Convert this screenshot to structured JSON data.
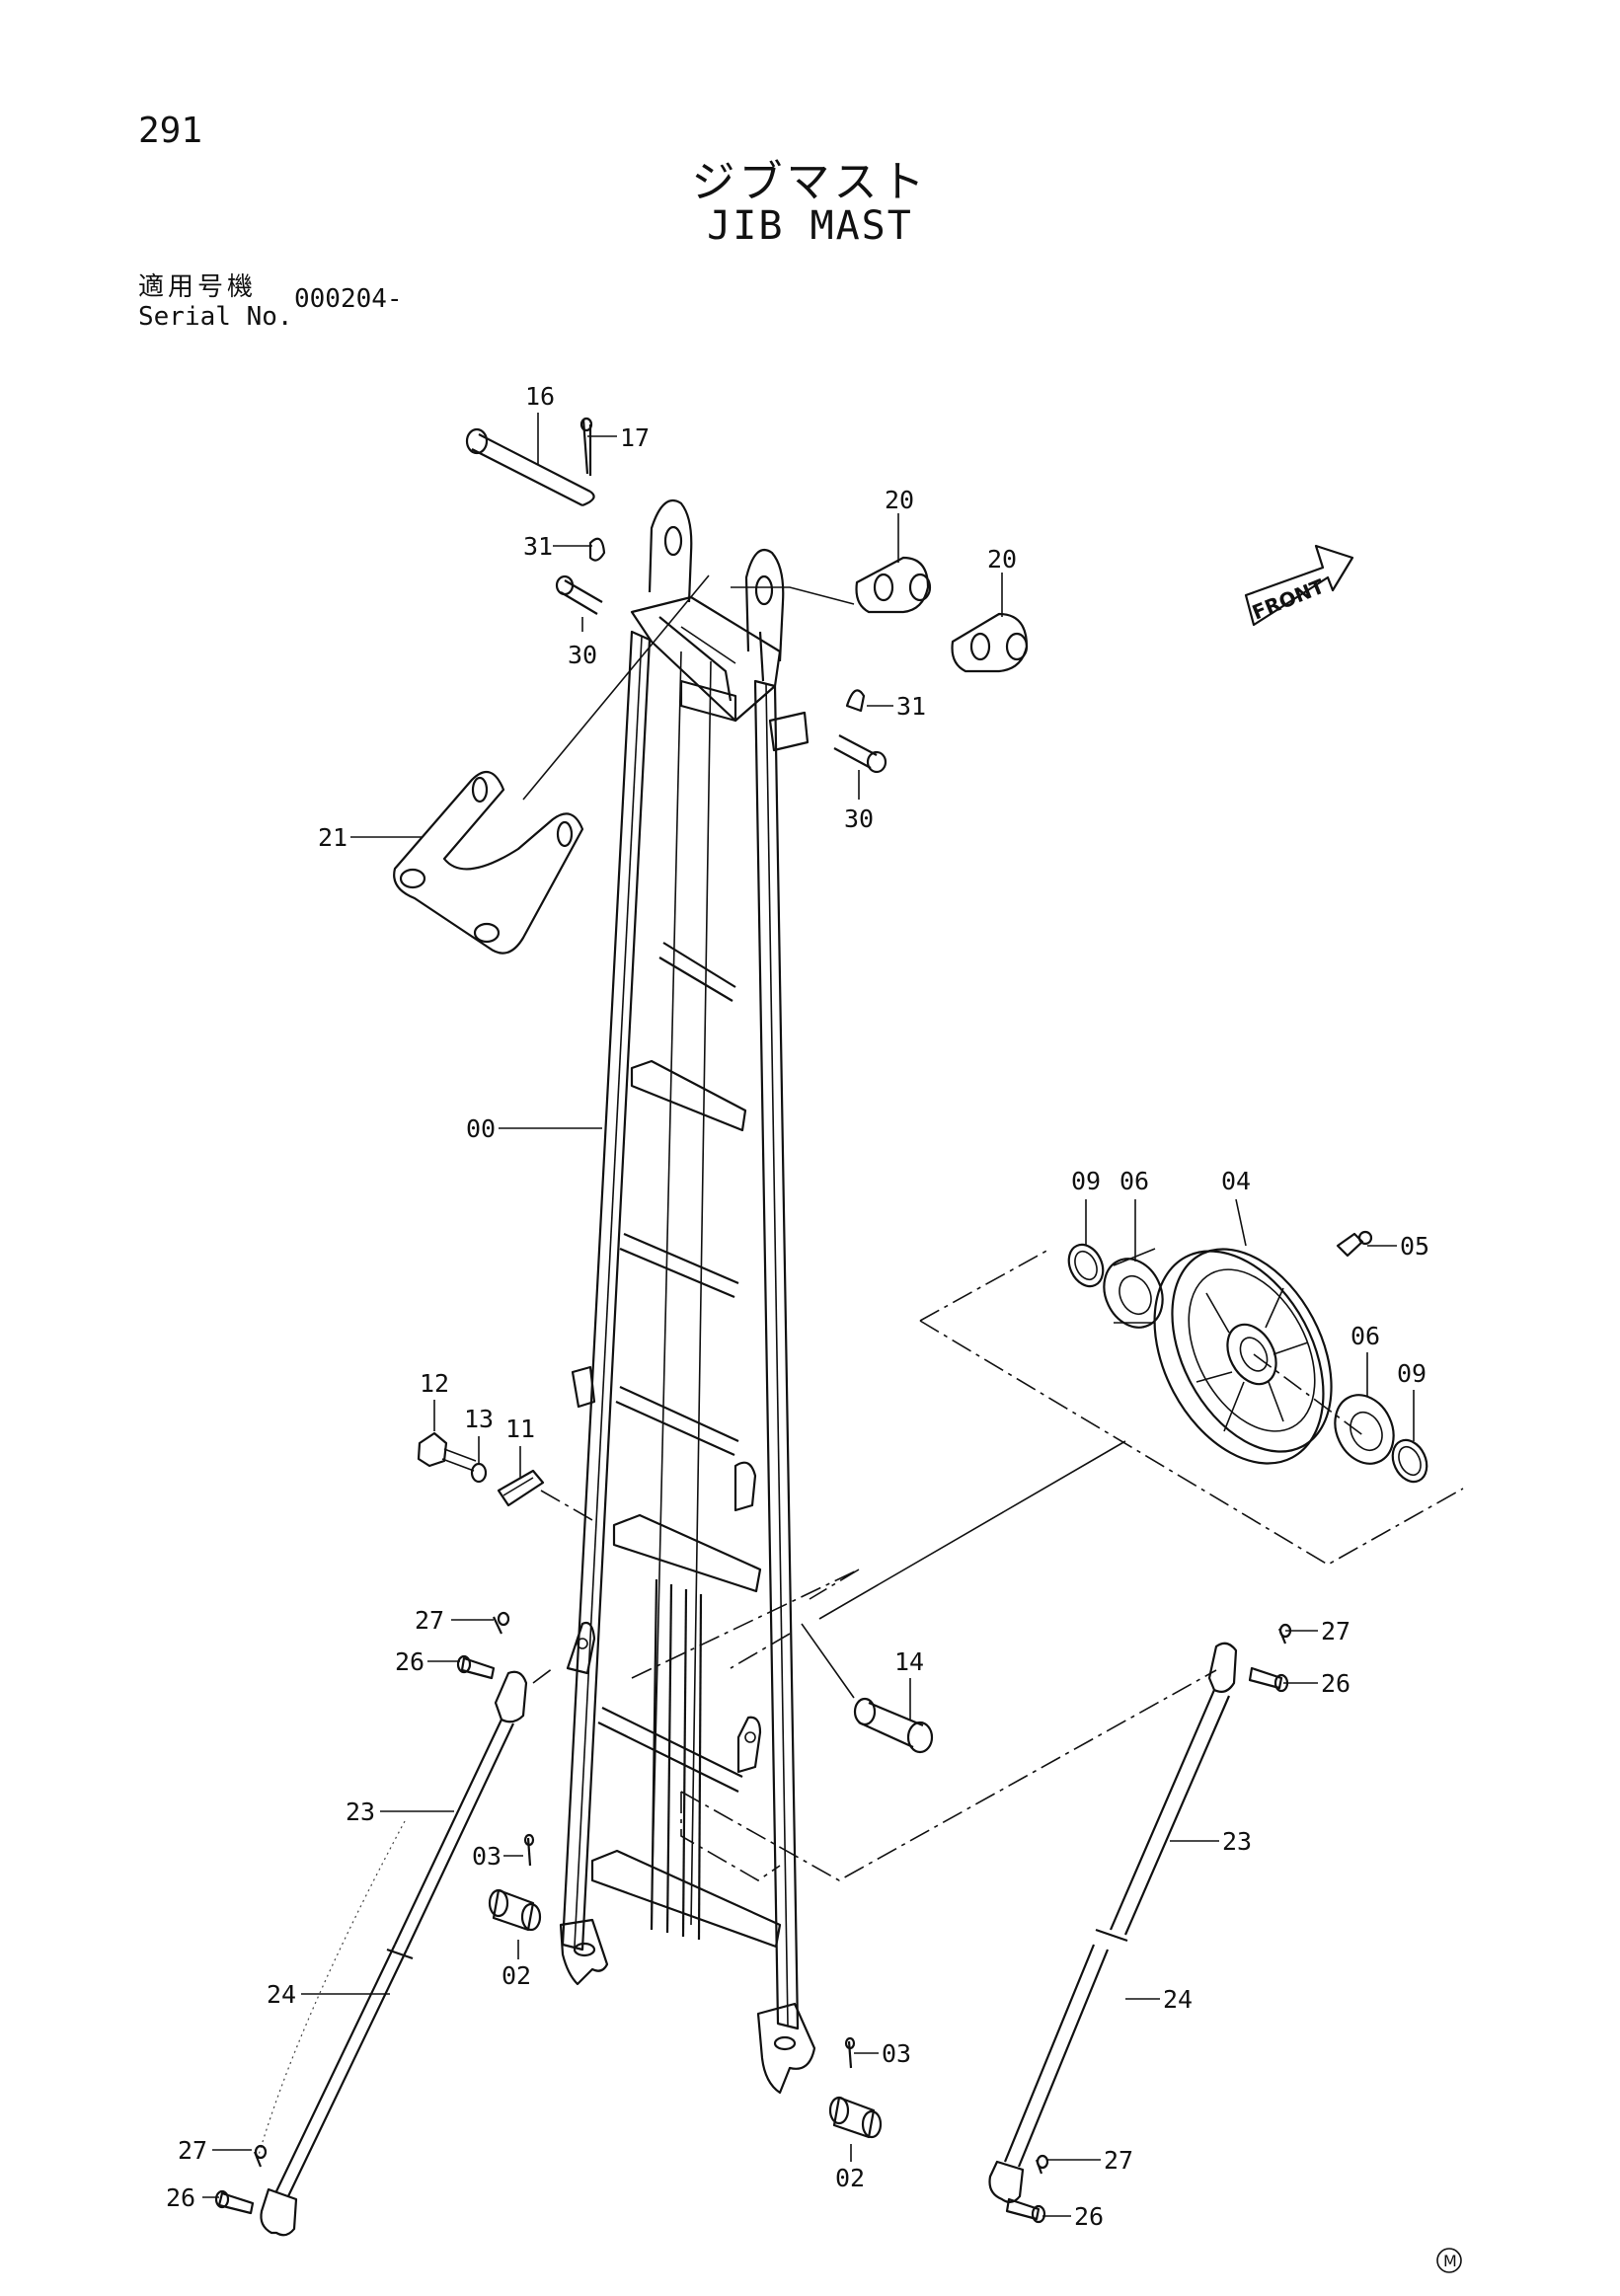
{
  "header": {
    "page_number": "291",
    "title_ja": "ジブマスト",
    "title_en": "JIB MAST",
    "serial_label_ja": "適用号機",
    "serial_label_en": "Serial No.",
    "serial_value": "000204-"
  },
  "front_label": "FRONT",
  "maker_mark": "M",
  "callouts": {
    "c16": "16",
    "c17": "17",
    "c20a": "20",
    "c20b": "20",
    "c31a": "31",
    "c30a": "30",
    "c31b": "31",
    "c30b": "30",
    "c21": "21",
    "c00": "00",
    "c09a": "09",
    "c06a": "06",
    "c04": "04",
    "c05": "05",
    "c06b": "06",
    "c09b": "09",
    "c12": "12",
    "c13": "13",
    "c11": "11",
    "c14": "14",
    "c27a": "27",
    "c26a": "26",
    "c27b": "27",
    "c26b": "26",
    "c23a": "23",
    "c23b": "23",
    "c03a": "03",
    "c02a": "02",
    "c24a": "24",
    "c24b": "24",
    "c03b": "03",
    "c02b": "02",
    "c27c": "27",
    "c26c": "26",
    "c27d": "27",
    "c26d": "26"
  }
}
